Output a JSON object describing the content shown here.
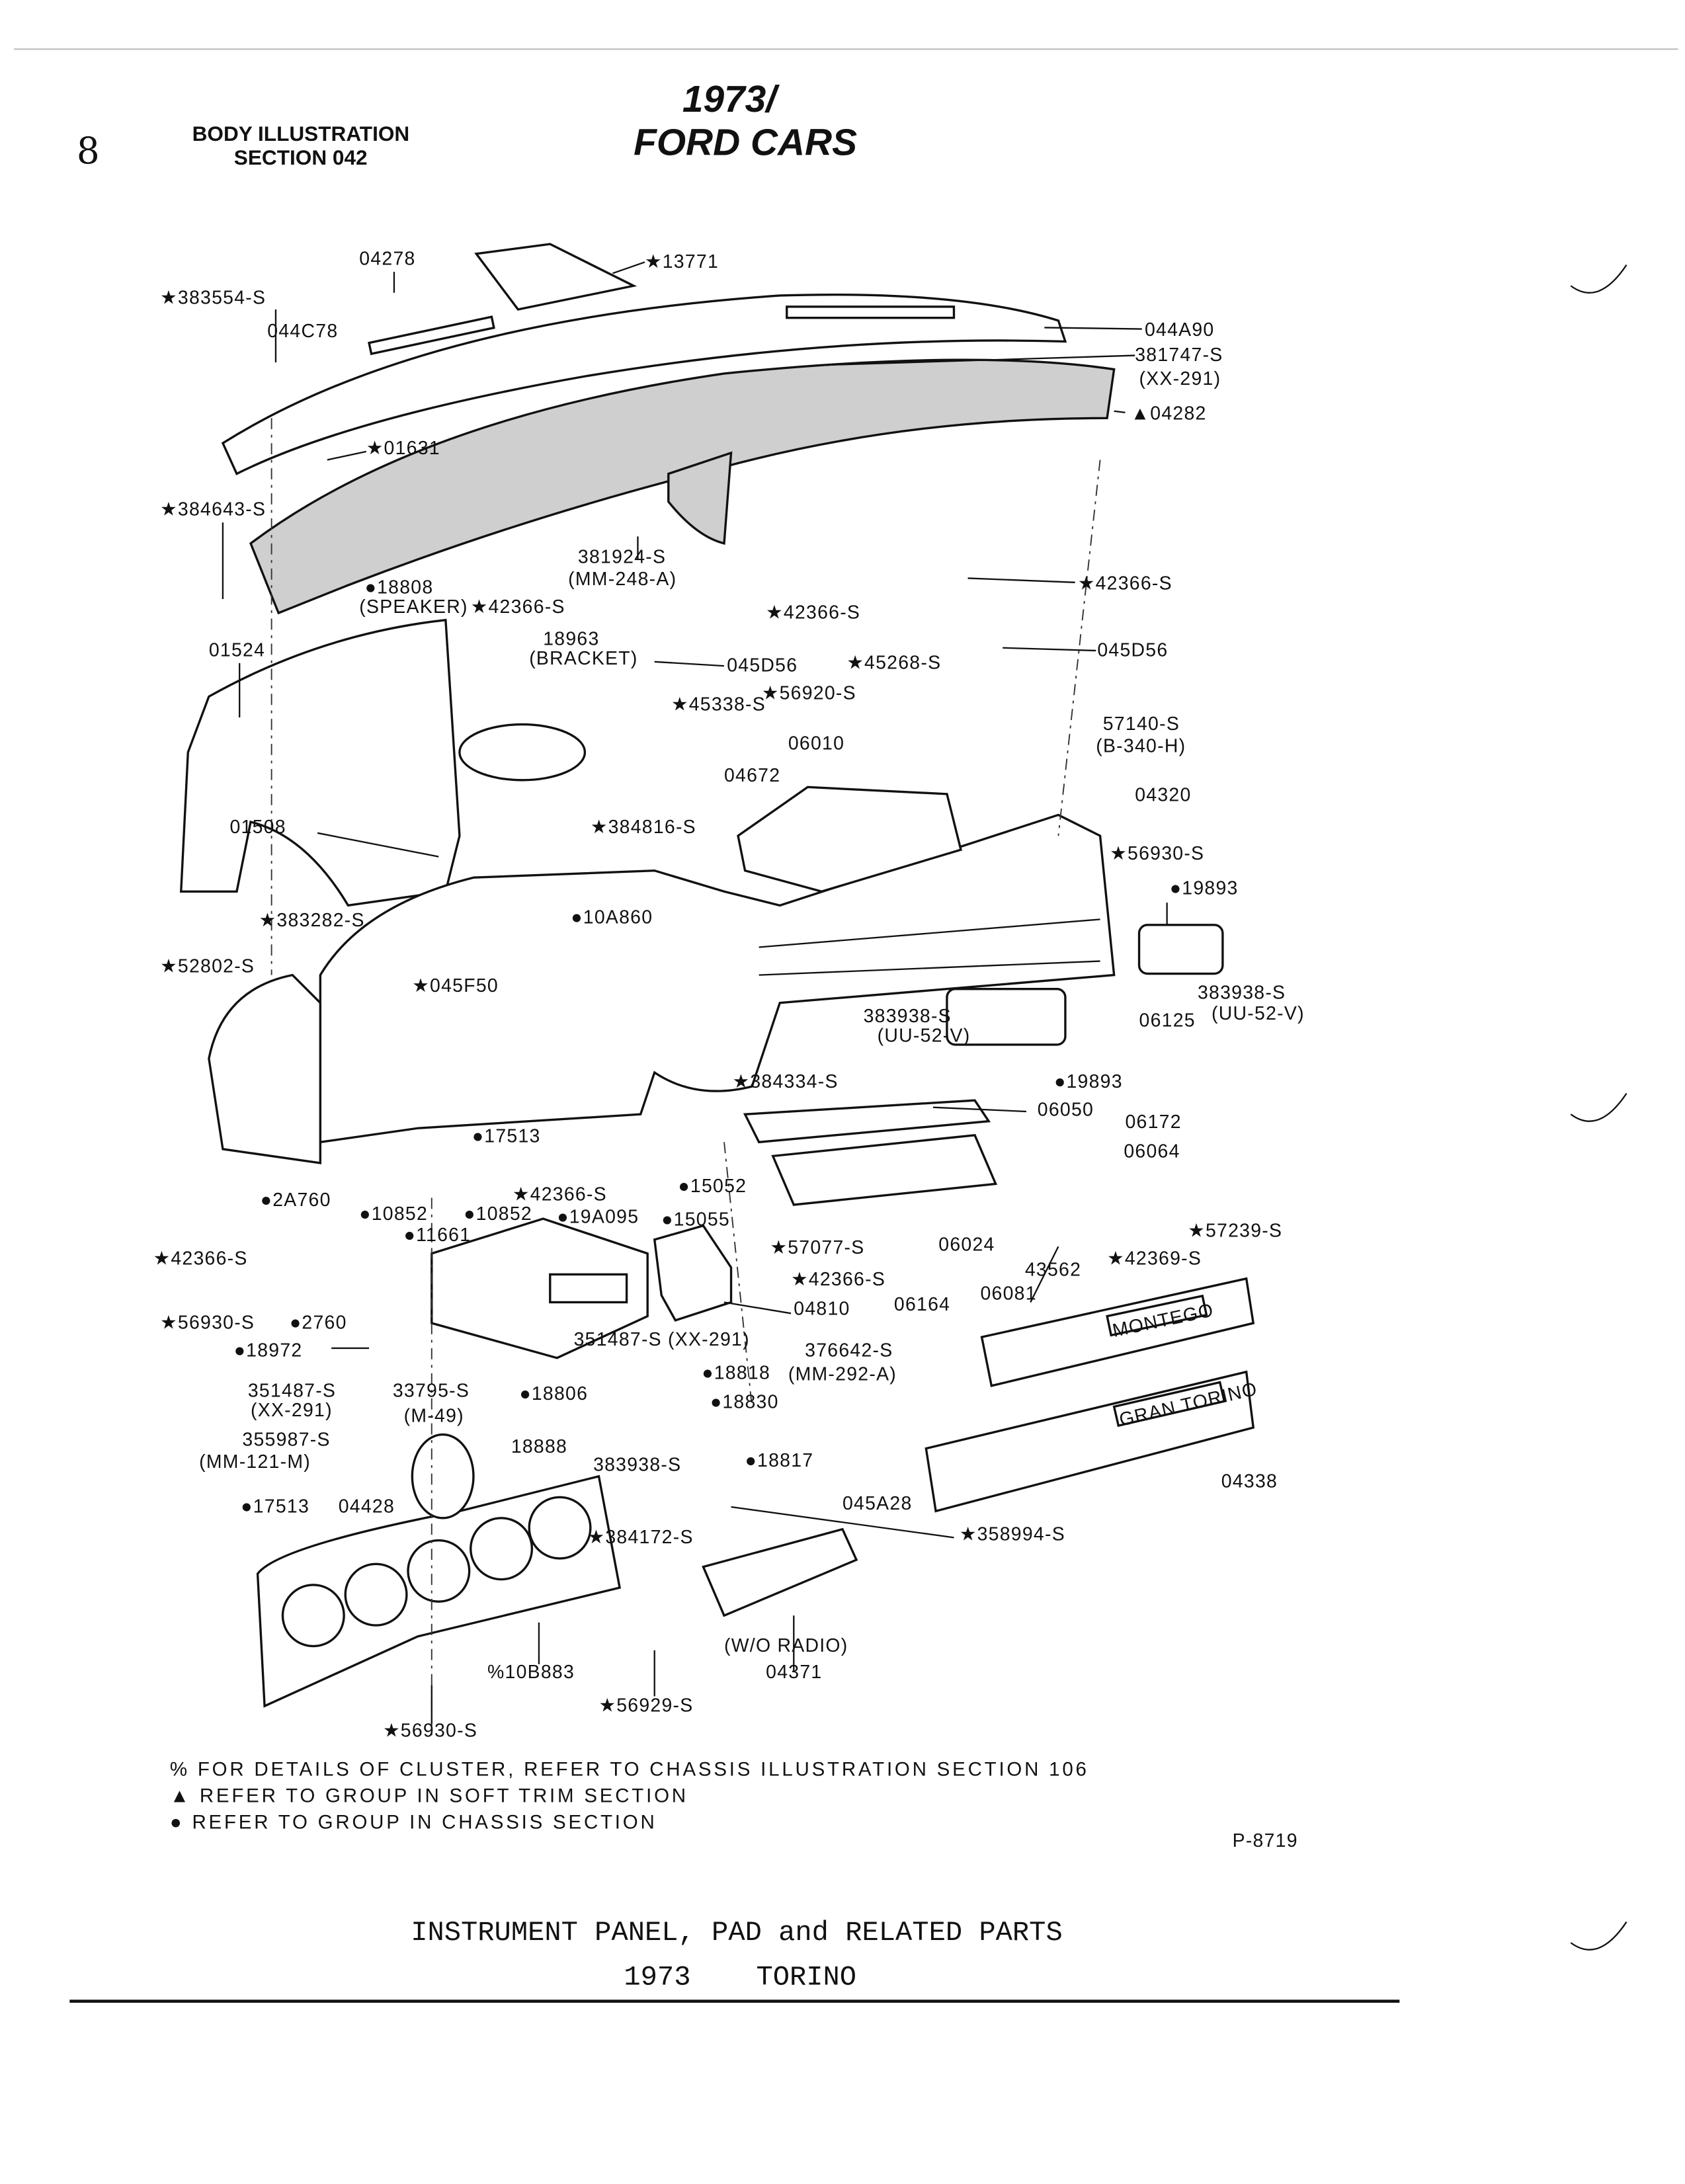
{
  "header": {
    "page_number": "8",
    "section_line1": "BODY ILLUSTRATION",
    "section_line2": "SECTION 042",
    "brand_line1": "1973/",
    "brand_line2": "FORD CARS"
  },
  "callouts": [
    "04278",
    "★13771",
    "★383554-S",
    "044C78",
    "044A90",
    "381747-S",
    "(XX-291)",
    "▲04282",
    "★01631",
    "★384643-S",
    "381924-S",
    "(MM-248-A)",
    "●18808",
    "(SPEAKER)",
    "★42366-S",
    "★42366-S",
    "★42366-S",
    "18963",
    "(BRACKET)",
    "045D56",
    "045D56",
    "01524",
    "★45268-S",
    "★45338-S",
    "★56920-S",
    "57140-S",
    "(B-340-H)",
    "06010",
    "04672",
    "04320",
    "01508",
    "★384816-S",
    "★56930-S",
    "●19893",
    "★383282-S",
    "●10A860",
    "★52802-S",
    "★045F50",
    "383938-S",
    "(UU-52-V)",
    "383938-S",
    "(UU-52-V)",
    "06125",
    "★384334-S",
    "●19893",
    "06050",
    "06172",
    "●17513",
    "06064",
    "★42366-S",
    "●15052",
    "●2A760",
    "●10852",
    "●10852",
    "●11661",
    "●19A095",
    "●15055",
    "★57077-S",
    "06024",
    "★57239-S",
    "★42366-S",
    "★42366-S",
    "43562",
    "★42369-S",
    "06081",
    "04810",
    "06164",
    "★56930-S",
    "●2760",
    "●18972",
    "351487-S (XX-291)",
    "376642-S",
    "(MM-292-A)",
    "●18818",
    "351487-S",
    "(XX-291)",
    "33795-S",
    "(M-49)",
    "●18806",
    "●18830",
    "355987-S",
    "(MM-121-M)",
    "18888",
    "383938-S",
    "●18817",
    "045A28",
    "04338",
    "●17513",
    "04428",
    "★384172-S",
    "★358994-S",
    "(W/O RADIO)",
    "04371",
    "%10B883",
    "★56929-S",
    "★56930-S"
  ],
  "molding_badges": [
    "MONTEGO",
    "GRAN TORINO"
  ],
  "notes": [
    "% FOR DETAILS OF CLUSTER, REFER TO CHASSIS ILLUSTRATION SECTION 106",
    "▲ REFER TO GROUP IN SOFT TRIM SECTION",
    "● REFER TO GROUP IN CHASSIS SECTION"
  ],
  "plate_number": "P-8719",
  "footer": {
    "title": "INSTRUMENT PANEL, PAD and RELATED PARTS",
    "year": "1973",
    "model": "TORINO"
  }
}
